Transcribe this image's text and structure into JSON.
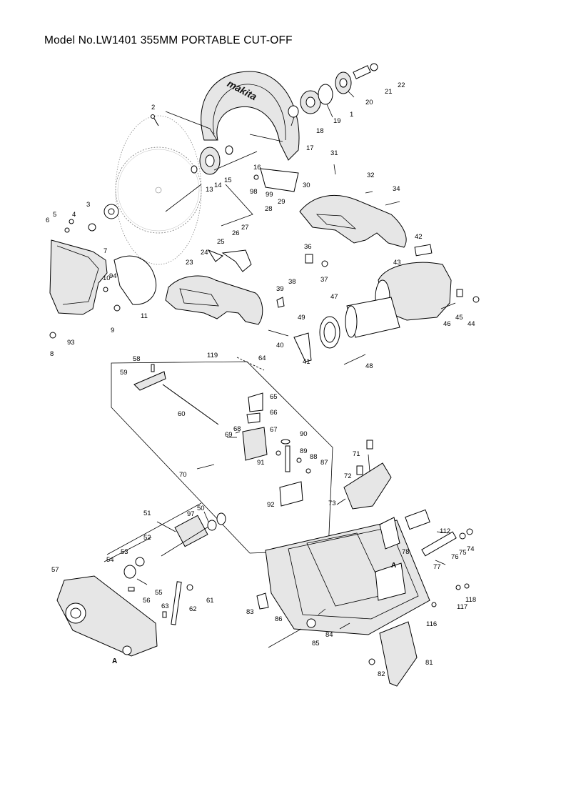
{
  "title": "Model No.LW1401 355MM PORTABLE CUT-OFF",
  "guard_brand": "makita",
  "section_markers": [
    "A",
    "A"
  ],
  "parts": [
    {
      "no": "1"
    },
    {
      "no": "2"
    },
    {
      "no": "3"
    },
    {
      "no": "4"
    },
    {
      "no": "5"
    },
    {
      "no": "6"
    },
    {
      "no": "7"
    },
    {
      "no": "8"
    },
    {
      "no": "9"
    },
    {
      "no": "10"
    },
    {
      "no": "11"
    },
    {
      "no": "13"
    },
    {
      "no": "14"
    },
    {
      "no": "15"
    },
    {
      "no": "16"
    },
    {
      "no": "17"
    },
    {
      "no": "18"
    },
    {
      "no": "19"
    },
    {
      "no": "20"
    },
    {
      "no": "21"
    },
    {
      "no": "22"
    },
    {
      "no": "23"
    },
    {
      "no": "24"
    },
    {
      "no": "25"
    },
    {
      "no": "26"
    },
    {
      "no": "27"
    },
    {
      "no": "28"
    },
    {
      "no": "29"
    },
    {
      "no": "30"
    },
    {
      "no": "31"
    },
    {
      "no": "32"
    },
    {
      "no": "34"
    },
    {
      "no": "36"
    },
    {
      "no": "37"
    },
    {
      "no": "38"
    },
    {
      "no": "39"
    },
    {
      "no": "40"
    },
    {
      "no": "41"
    },
    {
      "no": "42"
    },
    {
      "no": "43"
    },
    {
      "no": "44"
    },
    {
      "no": "45"
    },
    {
      "no": "46"
    },
    {
      "no": "47"
    },
    {
      "no": "48"
    },
    {
      "no": "49"
    },
    {
      "no": "50"
    },
    {
      "no": "51"
    },
    {
      "no": "52"
    },
    {
      "no": "53"
    },
    {
      "no": "54"
    },
    {
      "no": "55"
    },
    {
      "no": "56"
    },
    {
      "no": "57"
    },
    {
      "no": "58"
    },
    {
      "no": "59"
    },
    {
      "no": "60"
    },
    {
      "no": "61"
    },
    {
      "no": "62"
    },
    {
      "no": "63"
    },
    {
      "no": "64"
    },
    {
      "no": "65"
    },
    {
      "no": "66"
    },
    {
      "no": "67"
    },
    {
      "no": "68"
    },
    {
      "no": "69"
    },
    {
      "no": "70"
    },
    {
      "no": "71"
    },
    {
      "no": "72"
    },
    {
      "no": "73"
    },
    {
      "no": "74"
    },
    {
      "no": "75"
    },
    {
      "no": "76"
    },
    {
      "no": "77"
    },
    {
      "no": "78"
    },
    {
      "no": "81"
    },
    {
      "no": "82"
    },
    {
      "no": "83"
    },
    {
      "no": "84"
    },
    {
      "no": "85"
    },
    {
      "no": "86"
    },
    {
      "no": "87"
    },
    {
      "no": "88"
    },
    {
      "no": "89"
    },
    {
      "no": "90"
    },
    {
      "no": "91"
    },
    {
      "no": "92"
    },
    {
      "no": "93"
    },
    {
      "no": "94"
    },
    {
      "no": "97"
    },
    {
      "no": "98"
    },
    {
      "no": "99"
    },
    {
      "no": "112"
    },
    {
      "no": "116"
    },
    {
      "no": "117"
    },
    {
      "no": "118"
    },
    {
      "no": "119"
    }
  ]
}
